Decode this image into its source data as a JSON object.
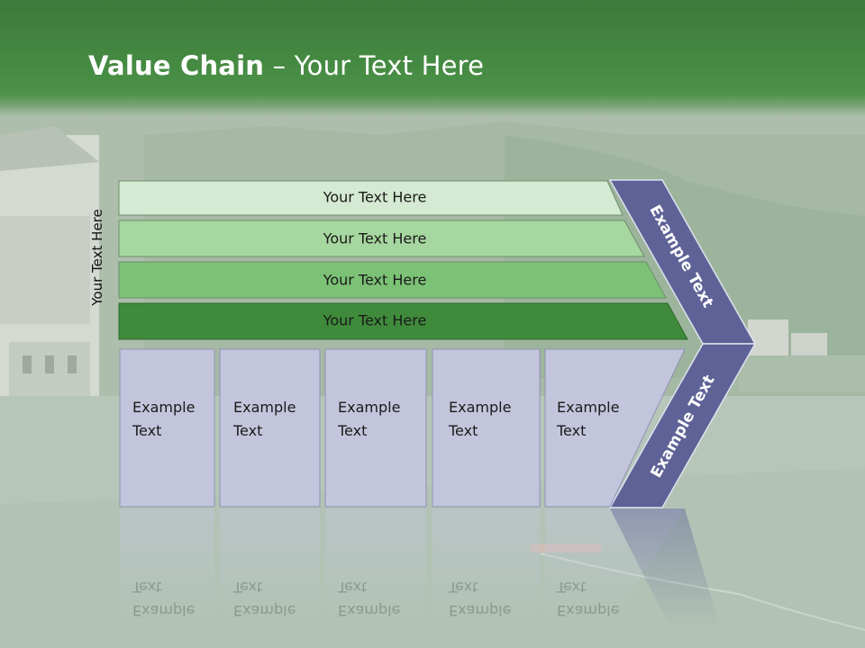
{
  "title": {
    "bold": "Value Chain",
    "rest": " – Your Text Here"
  },
  "side_label": "Your Text Here",
  "rows": [
    {
      "label": "Your Text Here",
      "color": "#d4ead2"
    },
    {
      "label": "Your Text Here",
      "color": "#a7d7a0"
    },
    {
      "label": "Your Text Here",
      "color": "#7cc276"
    },
    {
      "label": "Your Text Here",
      "color": "#3f8b3b"
    }
  ],
  "boxes": [
    {
      "line1": "Example",
      "line2": "Text"
    },
    {
      "line1": "Example",
      "line2": "Text"
    },
    {
      "line1": "Example",
      "line2": "Text"
    },
    {
      "line1": "Example",
      "line2": "Text"
    },
    {
      "line1": "Example",
      "line2": "Text"
    }
  ],
  "arrow": {
    "upper_label": "Example Text",
    "lower_label": "Example Text",
    "color": "#5e6296"
  },
  "box_color": "#c3c5dc"
}
